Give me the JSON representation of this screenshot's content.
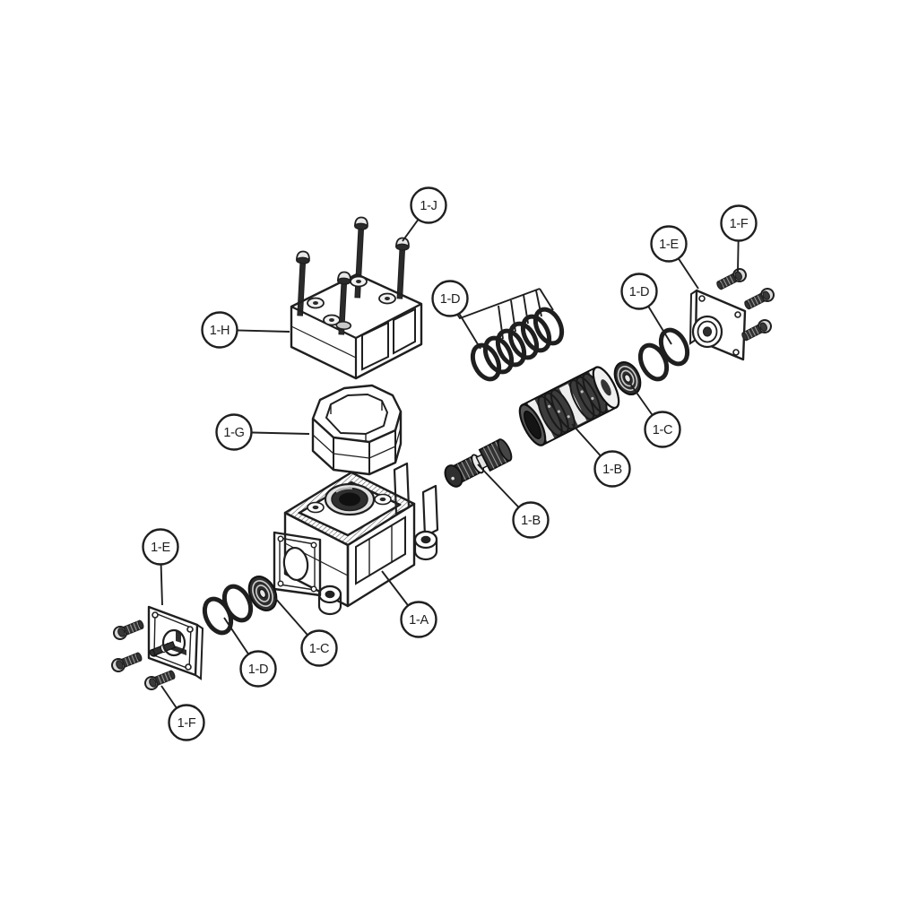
{
  "diagram": {
    "type": "exploded-parts-diagram",
    "callouts": [
      {
        "id": "callout-1j-bolt",
        "label": "1-J"
      },
      {
        "id": "callout-1h-top-cover",
        "label": "1-H"
      },
      {
        "id": "callout-1g-collar",
        "label": "1-G"
      },
      {
        "id": "callout-1d-oring-set",
        "label": "1-D"
      },
      {
        "id": "callout-1d-orings-right",
        "label": "1-D"
      },
      {
        "id": "callout-1e-endcap-right",
        "label": "1-E"
      },
      {
        "id": "callout-1f-screws-right",
        "label": "1-F"
      },
      {
        "id": "callout-1c-ring-right",
        "label": "1-C"
      },
      {
        "id": "callout-1b-spool",
        "label": "1-B"
      },
      {
        "id": "callout-1b-plug",
        "label": "1-B"
      },
      {
        "id": "callout-1a-body",
        "label": "1-A"
      },
      {
        "id": "callout-1c-ring-left",
        "label": "1-C"
      },
      {
        "id": "callout-1d-orings-left",
        "label": "1-D"
      },
      {
        "id": "callout-1e-endcap-left",
        "label": "1-E"
      },
      {
        "id": "callout-1f-screws-left",
        "label": "1-F"
      }
    ],
    "colors": {
      "line": "#1f1f1f",
      "background": "#ffffff",
      "dark_part": "#333333",
      "light_part": "#e8e8e8"
    }
  }
}
